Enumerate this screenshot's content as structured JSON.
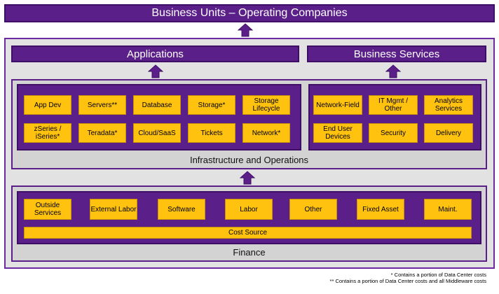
{
  "top_bar": "Business Units – Operating Companies",
  "applications": "Applications",
  "business_services": "Business Services",
  "infra_caption": "Infrastructure and Operations",
  "infra_left": [
    [
      "App Dev",
      "Servers**",
      "Database",
      "Storage*",
      "Storage Lifecycle"
    ],
    [
      "zSeries / iSeries*",
      "Teradata*",
      "Cloud/SaaS",
      "Tickets",
      "Network*"
    ]
  ],
  "infra_right": [
    [
      "Network-Field",
      "IT Mgmt / Other",
      "Analytics Services"
    ],
    [
      "End User Devices",
      "Security",
      "Delivery"
    ]
  ],
  "finance_items": [
    "Outside Services",
    "External Labor",
    "Software",
    "Labor",
    "Other",
    "Fixed Asset",
    "Maint."
  ],
  "cost_source": "Cost Source",
  "finance_caption": "Finance",
  "notes": [
    "* Contains a portion of Data Center costs",
    "** Contains a portion of Data Center costs and all Middleware costs"
  ],
  "colors": {
    "purple": "#5b1f8a",
    "gold": "#ffc20e",
    "gray": "#d3d3d3"
  }
}
